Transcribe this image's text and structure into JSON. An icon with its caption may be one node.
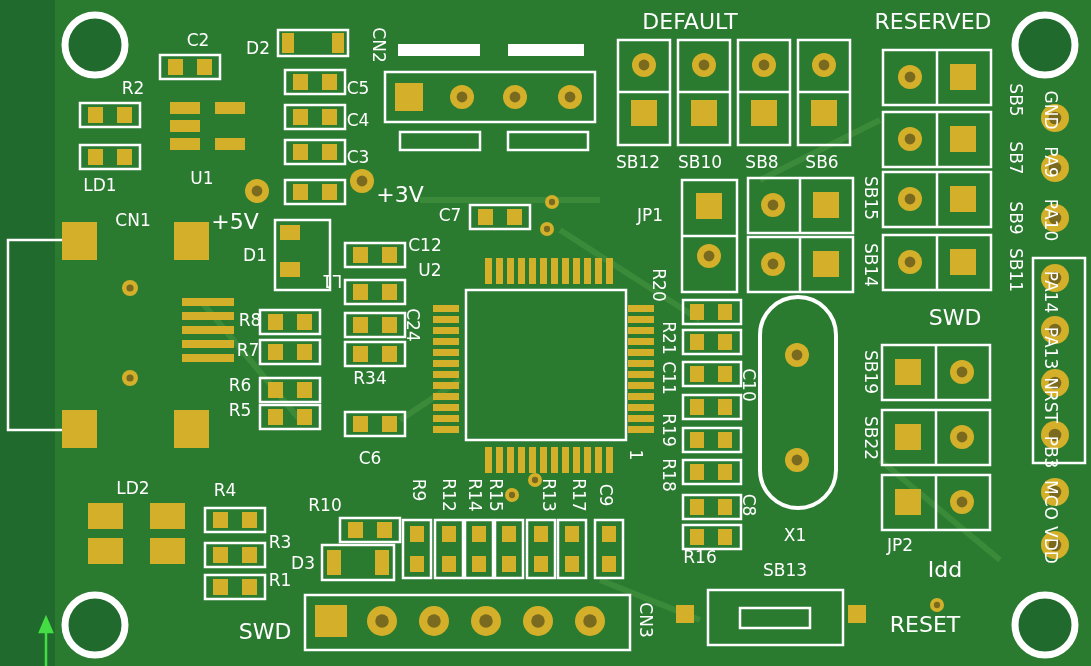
{
  "diagram": {
    "labels": [
      "C2",
      "D2",
      "CN2",
      "DEFAULT",
      "RESERVED",
      "R2",
      "C5",
      "C4",
      "SB5",
      "GND",
      "C3",
      "SB12",
      "SB10",
      "SB8",
      "SB6",
      "SB7",
      "PA9",
      "LD1",
      "U1",
      "+3V",
      "C7",
      "JP1",
      "SB15",
      "SB9",
      "PA10",
      "CN1",
      "+5V",
      "D1",
      "C12",
      "U2",
      "L1",
      "R20",
      "SB14",
      "SB11",
      "PA14",
      "R8",
      "C24",
      "SWD",
      "R21",
      "C11",
      "R7",
      "PA13",
      "SB19",
      "R34",
      "R6",
      "C10",
      "NRST",
      "R5",
      "C6",
      "1",
      "R19",
      "R18",
      "SB22",
      "PB3",
      "C8",
      "LD2",
      "R4",
      "R10",
      "R9",
      "R12",
      "R14",
      "R15",
      "R13",
      "R17",
      "C9",
      "X1",
      "JP2",
      "MCO",
      "R3",
      "R16",
      "VDD",
      "D3",
      "SB13",
      "Idd",
      "R1",
      "SWD",
      "CN3",
      "RESET"
    ]
  }
}
